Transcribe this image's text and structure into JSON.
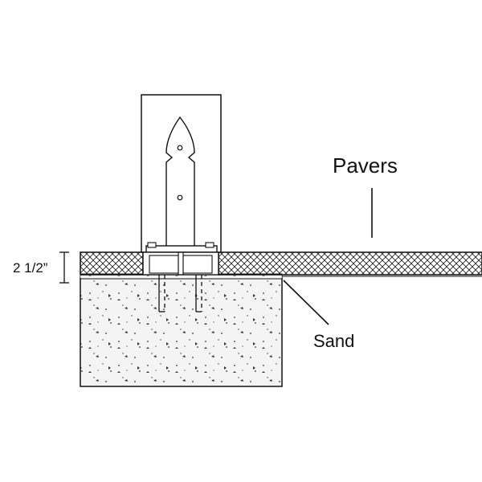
{
  "labels": {
    "pavers": "Pavers",
    "sand": "Sand",
    "thickness": "2 1/2”"
  },
  "colors": {
    "line": "#111111",
    "concrete_fill": "#f2f2f2",
    "post_fill": "#ffffff",
    "background": "#ffffff"
  }
}
